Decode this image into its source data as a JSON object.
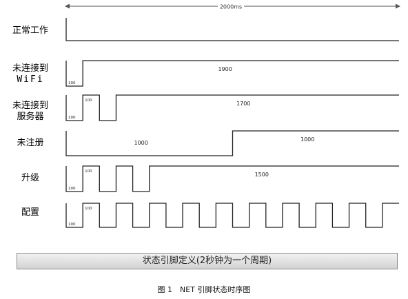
{
  "span_label": "2000ms",
  "rows": [
    {
      "label": [
        "正常工作"
      ]
    },
    {
      "label": [
        "未连接到",
        "WiFi"
      ]
    },
    {
      "label": [
        "未连接到",
        "服务器"
      ]
    },
    {
      "label": [
        "未注册"
      ]
    },
    {
      "label": [
        "升级"
      ]
    },
    {
      "label": [
        "配置"
      ]
    }
  ],
  "waveforms": [
    {
      "name": "normal",
      "segments": [
        {
          "level": "low",
          "ms": 2000
        }
      ],
      "annotations": []
    },
    {
      "name": "wifi",
      "segments": [
        {
          "level": "low",
          "ms": 100
        },
        {
          "level": "high",
          "ms": 1900
        }
      ],
      "annotations": [
        {
          "text": "100",
          "seg": 0
        },
        {
          "text": "1900",
          "seg": 1
        }
      ]
    },
    {
      "name": "server",
      "segments": [
        {
          "level": "low",
          "ms": 100
        },
        {
          "level": "high",
          "ms": 100
        },
        {
          "level": "low",
          "ms": 100
        },
        {
          "level": "high",
          "ms": 1700
        }
      ],
      "annotations": [
        {
          "text": "100",
          "seg": 0
        },
        {
          "text": "100",
          "seg": 1
        },
        {
          "text": "1700",
          "seg": 3
        }
      ]
    },
    {
      "name": "unregistered",
      "segments": [
        {
          "level": "low",
          "ms": 1000
        },
        {
          "level": "high",
          "ms": 1000
        }
      ],
      "annotations": [
        {
          "text": "1000",
          "seg": 0
        },
        {
          "text": "1000",
          "seg": 1
        }
      ]
    },
    {
      "name": "upgrade",
      "segments": [
        {
          "level": "low",
          "ms": 100
        },
        {
          "level": "high",
          "ms": 100
        },
        {
          "level": "low",
          "ms": 100
        },
        {
          "level": "high",
          "ms": 100
        },
        {
          "level": "low",
          "ms": 100
        },
        {
          "level": "high",
          "ms": 1500
        }
      ],
      "annotations": [
        {
          "text": "100",
          "seg": 0
        },
        {
          "text": "100",
          "seg": 1
        },
        {
          "text": "1500",
          "seg": 5
        }
      ]
    },
    {
      "name": "config",
      "period_ms": 200,
      "first_level": "low",
      "total_ms": 2000,
      "annotations": [
        {
          "text": "100",
          "seg": 0
        },
        {
          "text": "100",
          "seg": 1
        }
      ]
    }
  ],
  "legend_bar": "状态引脚定义(2秒钟为一个周期)",
  "figure_caption": "图 1　NET 引脚状态时序图"
}
